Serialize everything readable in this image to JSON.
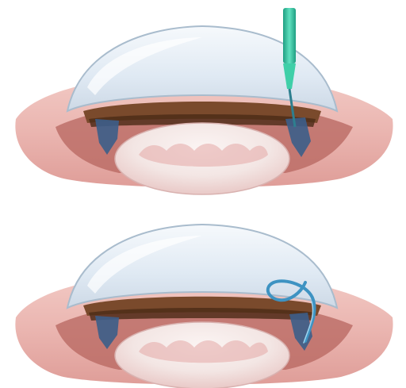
{
  "figure": {
    "panels": [
      {
        "name": "eye-cross-section-top",
        "instrument": "laser-probe",
        "tissues": [
          "cornea",
          "iris",
          "lens",
          "sclera",
          "drainage-angle"
        ]
      },
      {
        "name": "eye-cross-section-bottom",
        "instrument": "drainage-tube",
        "tissues": [
          "cornea",
          "iris",
          "lens",
          "sclera",
          "drainage-angle"
        ]
      }
    ],
    "colors": {
      "background": "#ffffff",
      "cornea": "#dfe9f3",
      "cornea_edge": "#a9bccd",
      "iris": "#7a4a2c",
      "iris_dark": "#4b2a17",
      "sclera": "#e7a9a3",
      "sclera_dark": "#c9756f",
      "lens": "#f3e6e4",
      "lens_shadow": "#e3a8a6",
      "angle_blue": "#3c5e8a",
      "laser_green": "#2fbf9a",
      "tube_blue": "#3e93c2"
    }
  }
}
